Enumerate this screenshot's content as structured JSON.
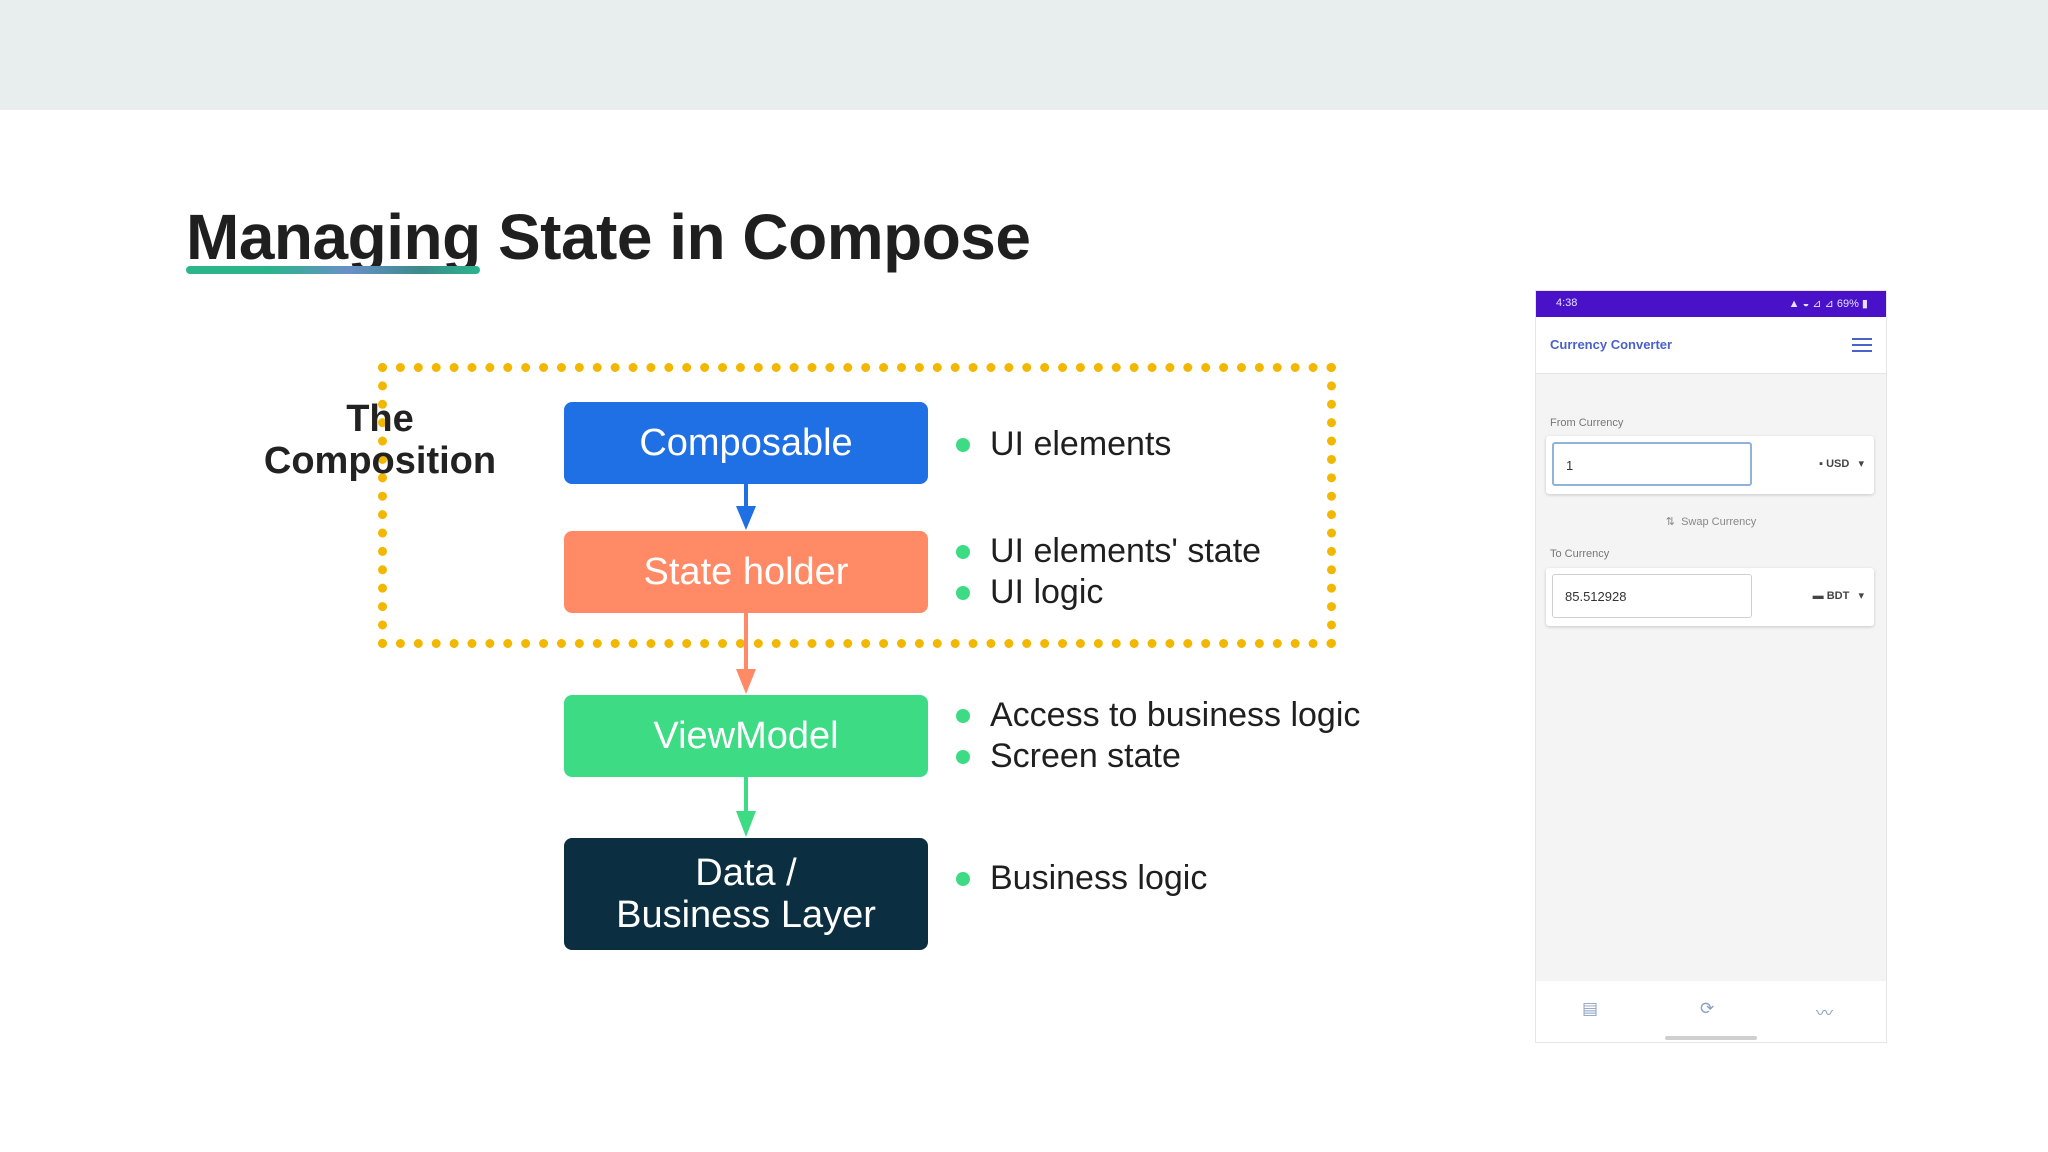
{
  "slide": {
    "title": "Managing State in Compose"
  },
  "diagram": {
    "group_label": "The Composition",
    "colors": {
      "composable": "#1f6fe5",
      "state_holder": "#ff8a65",
      "viewmodel": "#3ddc84",
      "data_layer": "#0b2f40",
      "composition_border": "#f2b700",
      "bullet": "#3ddc84"
    },
    "nodes": [
      {
        "label": "Composable",
        "bullets": [
          "UI elements"
        ]
      },
      {
        "label": "State holder",
        "bullets": [
          "UI elements' state",
          "UI logic"
        ]
      },
      {
        "label": "ViewModel",
        "bullets": [
          "Access to business logic",
          "Screen state"
        ]
      },
      {
        "label": "Data / Business Layer",
        "bullets": [
          "Business logic"
        ]
      }
    ]
  },
  "phone": {
    "status_time": "4:38",
    "status_right": "▲ ◒ ⊿ ⊿ 69% ▮",
    "app_title": "Currency Converter",
    "from_label": "From Currency",
    "from_value": "1",
    "from_currency": "USD",
    "swap_label": "Swap Currency",
    "to_label": "To Currency",
    "to_value": "85.512928",
    "to_currency": "BDT",
    "icons": [
      "menu-icon",
      "convert-icon",
      "refresh-icon",
      "chart-icon",
      "dropdown-icon"
    ]
  }
}
